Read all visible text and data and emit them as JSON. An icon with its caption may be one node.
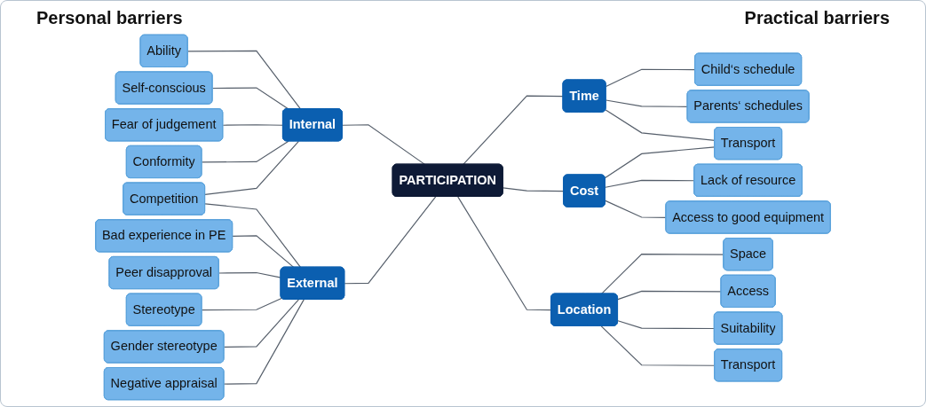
{
  "diagram": {
    "nodes": [
      {
        "text": [
          "Ability"
        ]
      },
      {
        "text": [
          "Self-conscious"
        ]
      },
      {
        "text": [
          "Fear of judgement"
        ]
      },
      {
        "text": [
          "Conformity"
        ]
      },
      {
        "text": [
          "Competition"
        ]
      },
      {
        "text": [
          "Bad experience in PE"
        ]
      },
      {
        "text": [
          "Peer disapproval"
        ]
      },
      {
        "text": [
          "Stereotype"
        ]
      },
      {
        "text": [
          "Gender stereotype"
        ]
      },
      {
        "text": [
          "Negative appraisal"
        ]
      },
      {
        "text": [
          "Internal"
        ]
      },
      {
        "text": [
          "External"
        ]
      },
      {
        "text": [
          "PARTICIPATION"
        ]
      },
      {
        "text": [
          "Time"
        ]
      },
      {
        "text": [
          "Cost"
        ]
      },
      {
        "text": [
          "Location"
        ]
      },
      {
        "text": [
          "Child‘s schedule"
        ]
      },
      {
        "text": [
          "Parents‘ schedules"
        ]
      },
      {
        "text": [
          "Transport"
        ]
      },
      {
        "text": [
          "Lack of resource"
        ]
      },
      {
        "text": [
          "Access to good equipment"
        ]
      },
      {
        "text": [
          "Space"
        ]
      },
      {
        "text": [
          "Access"
        ]
      },
      {
        "text": [
          "Suitability"
        ]
      },
      {
        "text": [
          "Transport"
        ]
      }
    ],
    "edges": [
      {
        "from": 0,
        "to": 10,
        "arrow": "none"
      },
      {
        "from": 1,
        "to": 10,
        "arrow": "none"
      },
      {
        "from": 2,
        "to": 10,
        "arrow": "none"
      },
      {
        "from": 3,
        "to": 10,
        "arrow": "none"
      },
      {
        "from": 4,
        "to": 10,
        "arrow": "none"
      },
      {
        "from": 4,
        "to": 11,
        "arrow": "none"
      },
      {
        "from": 5,
        "to": 11,
        "arrow": "none"
      },
      {
        "from": 6,
        "to": 11,
        "arrow": "none"
      },
      {
        "from": 7,
        "to": 11,
        "arrow": "none"
      },
      {
        "from": 8,
        "to": 11,
        "arrow": "none"
      },
      {
        "from": 9,
        "to": 11,
        "arrow": "none"
      },
      {
        "from": 10,
        "to": 12,
        "arrow": "none"
      },
      {
        "from": 11,
        "to": 12,
        "arrow": "none"
      },
      {
        "from": 12,
        "to": 13,
        "arrow": "none"
      },
      {
        "from": 12,
        "to": 14,
        "arrow": "none"
      },
      {
        "from": 12,
        "to": 15,
        "arrow": "none"
      },
      {
        "from": 13,
        "to": 16,
        "arrow": "none"
      },
      {
        "from": 13,
        "to": 17,
        "arrow": "none"
      },
      {
        "from": 13,
        "to": 18,
        "arrow": "none"
      },
      {
        "from": 14,
        "to": 18,
        "arrow": "none"
      },
      {
        "from": 14,
        "to": 19,
        "arrow": "none"
      },
      {
        "from": 14,
        "to": 20,
        "arrow": "none"
      },
      {
        "from": 15,
        "to": 21,
        "arrow": "none"
      },
      {
        "from": 15,
        "to": 22,
        "arrow": "none"
      },
      {
        "from": 15,
        "to": 23,
        "arrow": "none"
      },
      {
        "from": 15,
        "to": 24,
        "arrow": "none"
      }
    ],
    "labels": [
      "Personal barriers",
      "Practical barriers"
    ]
  }
}
